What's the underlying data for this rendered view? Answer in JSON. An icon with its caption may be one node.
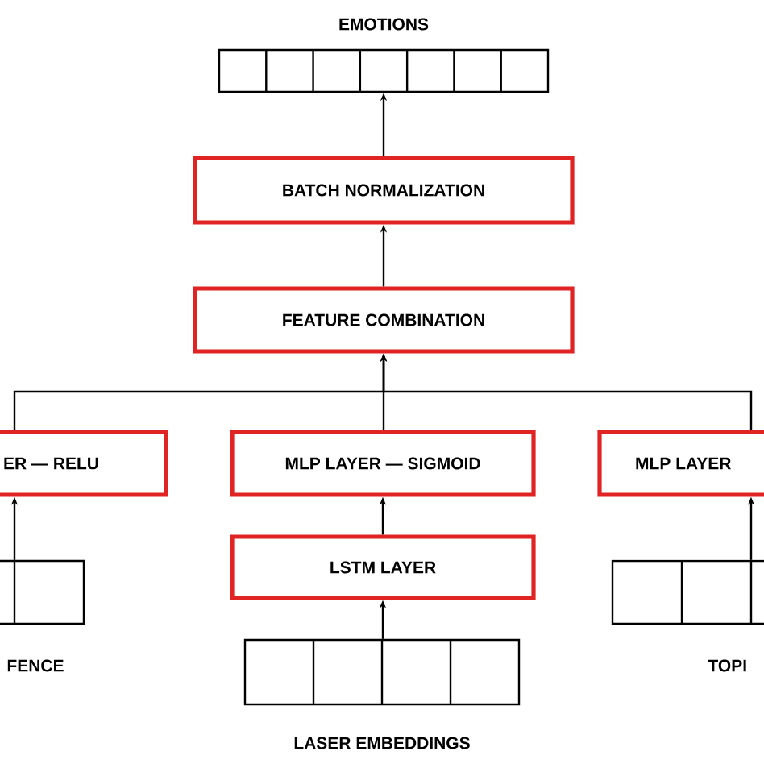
{
  "diagram": {
    "nodes": [
      {
        "text": [
          "EMOTIONS"
        ]
      },
      {
        "text": [
          "BATCH NORMALIZATION"
        ]
      },
      {
        "text": [
          "FEATURE COMBINATION"
        ]
      },
      {
        "text": [
          "ER — RELU"
        ]
      },
      {
        "text": [
          "MLP LAYER — SIGMOID"
        ]
      },
      {
        "text": [
          "MLP LAYER"
        ]
      },
      {
        "text": [
          "LSTM LAYER"
        ]
      },
      {
        "text": [
          "FENCE"
        ]
      },
      {
        "text": [
          "LASER EMBEDDINGS"
        ]
      },
      {
        "text": [
          "TOPI"
        ]
      }
    ],
    "edges": [
      {
        "from": 1,
        "to": 0,
        "arrow": "to"
      },
      {
        "from": 2,
        "to": 1,
        "arrow": "to"
      },
      {
        "from": 3,
        "to": 2,
        "arrow": "to"
      },
      {
        "from": 4,
        "to": 2,
        "arrow": "to"
      },
      {
        "from": 5,
        "to": 2,
        "arrow": "to"
      },
      {
        "from": 6,
        "to": 4,
        "arrow": "to"
      },
      {
        "from": 8,
        "to": 6,
        "arrow": "to"
      },
      {
        "from": 7,
        "to": 3,
        "arrow": "to"
      },
      {
        "from": 9,
        "to": 5,
        "arrow": "to"
      }
    ]
  }
}
